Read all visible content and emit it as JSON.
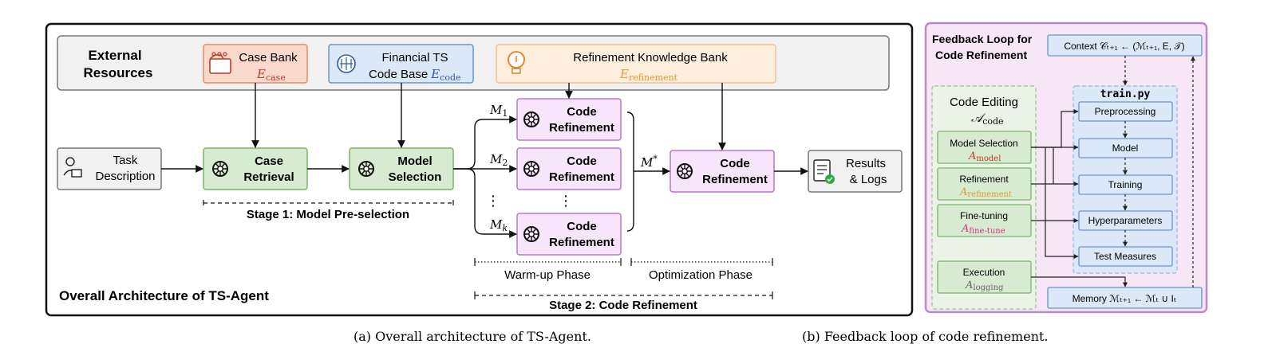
{
  "main": {
    "title": "Overall Architecture of TS-Agent",
    "caption": "(a) Overall architecture of TS-Agent.",
    "external_resources": {
      "title_line1": "External",
      "title_line2": "Resources",
      "case_bank": {
        "line1": "Case Bank",
        "math_main": "E",
        "math_sub": "case"
      },
      "code_base": {
        "line1": "Financial TS",
        "line2": "Code Base",
        "math_main": "E",
        "math_sub": "code"
      },
      "refinement_bank": {
        "line1": "Refinement Knowledge Bank",
        "math_main": "E",
        "math_sub": "refinement"
      }
    },
    "task": {
      "line1": "Task",
      "line2": "Description"
    },
    "case_retrieval": {
      "line1": "Case",
      "line2": "Retrieval"
    },
    "model_selection": {
      "line1": "Model",
      "line2": "Selection"
    },
    "code_refinement_label": {
      "line1": "Code",
      "line2": "Refinement"
    },
    "candidates": [
      {
        "var": "M",
        "sub": "1"
      },
      {
        "var": "M",
        "sub": "2"
      },
      {
        "var": "M",
        "sub": "k"
      }
    ],
    "best_model": {
      "var": "M",
      "sup": "*"
    },
    "results": {
      "line1": "Results",
      "line2": "& Logs"
    },
    "stage1": "Stage 1: Model Pre-selection",
    "warmup": "Warm-up Phase",
    "optimization": "Optimization Phase",
    "stage2": "Stage 2: Code Refinement",
    "dots": "⋮"
  },
  "feedback": {
    "title_line1": "Feedback Loop for",
    "title_line2": "Code Refinement",
    "caption": "(b) Feedback loop of code refinement.",
    "context": "Context 𝒞ₜ₊₁ ← (ℳₜ₊₁, E, 𝒯)",
    "memory": "Memory ℳₜ₊₁ ← ℳₜ ∪ Iₜ",
    "code_editing": {
      "line1": "Code Editing",
      "math_main": "𝒜",
      "math_sub": "code"
    },
    "actions": [
      {
        "label": "Model Selection",
        "math_main": "A",
        "math_sub": "model",
        "color": "#c0392b"
      },
      {
        "label": "Refinement",
        "math_main": "A",
        "math_sub": "refinement",
        "color": "#e69a2a"
      },
      {
        "label": "Fine-tuning",
        "math_main": "A",
        "math_sub": "fine-tune",
        "color": "#d63384"
      }
    ],
    "execution": {
      "label": "Execution",
      "math_main": "A",
      "math_sub": "logging",
      "color": "#666666"
    },
    "train_file": "train.py",
    "steps": [
      "Preprocessing",
      "Model",
      "Training",
      "Hyperparameters",
      "Test Measures"
    ]
  },
  "colors": {
    "green_fill": "#d6ebcf",
    "green_stroke": "#7ab56b",
    "purple_fill": "#f7e6fb",
    "purple_stroke": "#b577cc",
    "blue_fill": "#dbe8f8",
    "blue_stroke": "#6b93c9",
    "red_fill": "#fbd9cc",
    "red_stroke": "#e28b72",
    "orange_fill": "#fdeedd",
    "orange_stroke": "#f0c495",
    "gray_fill": "#f1f1f1",
    "gray_stroke": "#777777",
    "panel_fill": "#f6e6f6",
    "panel_stroke": "#b98acb"
  }
}
